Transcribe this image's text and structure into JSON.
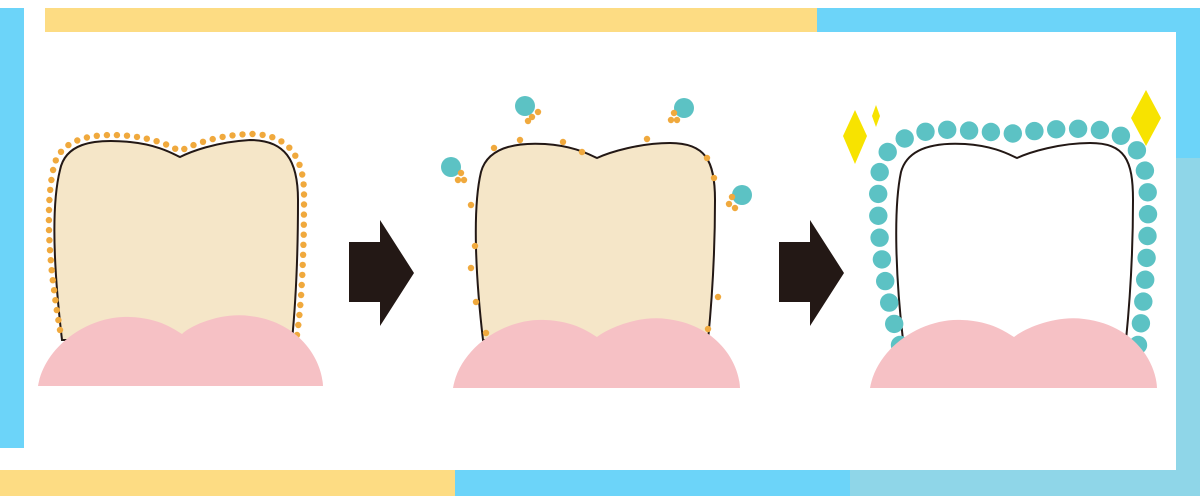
{
  "colors": {
    "frame_yellow": "#fddc83",
    "frame_blue": "#6cd4f9",
    "frame_light_blue": "#8fd6e8",
    "panel_background": "#ffffff",
    "tooth_stained": "#f5e6c8",
    "tooth_clean": "#ffffff",
    "tooth_outline": "#231815",
    "gum": "#f6c1c5",
    "stain_dot": "#f0a93d",
    "coating_dot": "#5cc2c4",
    "sparkle": "#f7e300",
    "arrow": "#231815"
  },
  "diagram": {
    "panels": [
      {
        "id": "before",
        "state": "tooth covered in stain particles",
        "tooth_fill": "tooth_stained"
      },
      {
        "id": "during",
        "state": "coating particles lifting stain off the tooth",
        "tooth_fill": "tooth_stained"
      },
      {
        "id": "after",
        "state": "clean white tooth fully coated",
        "tooth_fill": "tooth_clean"
      }
    ],
    "arrows": [
      "arrow-before-to-during",
      "arrow-during-to-after"
    ],
    "icons": [
      "sparkle-icon",
      "sparkle-icon",
      "sparkle-icon"
    ]
  }
}
